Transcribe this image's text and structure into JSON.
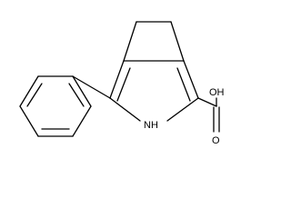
{
  "molecule": {
    "atom_labels": {
      "nh": "NH",
      "oh": "OH",
      "o": "O"
    },
    "colors": {
      "bond": "#000000",
      "text": "#000000",
      "background": "#ffffff"
    }
  }
}
